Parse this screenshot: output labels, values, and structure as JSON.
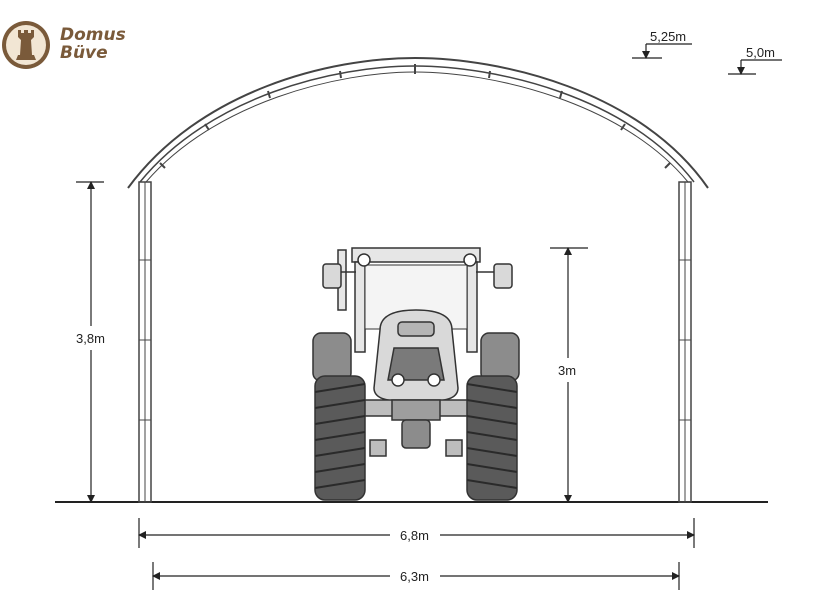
{
  "brand": {
    "line1": "Domus",
    "line2": "Büve",
    "color": "#7a5a3a",
    "icon": "rook-icon"
  },
  "dimensions": {
    "peak_height": "5,25m",
    "ridge_height": "5,0m",
    "side_height": "3,8m",
    "tractor_height": "3m",
    "outer_width": "6,8m",
    "inner_width": "6,3m"
  },
  "colors": {
    "line": "#222222",
    "frame": "#555555",
    "tractor_body": "#d9d9d9",
    "tractor_dark": "#5a5a5a"
  }
}
